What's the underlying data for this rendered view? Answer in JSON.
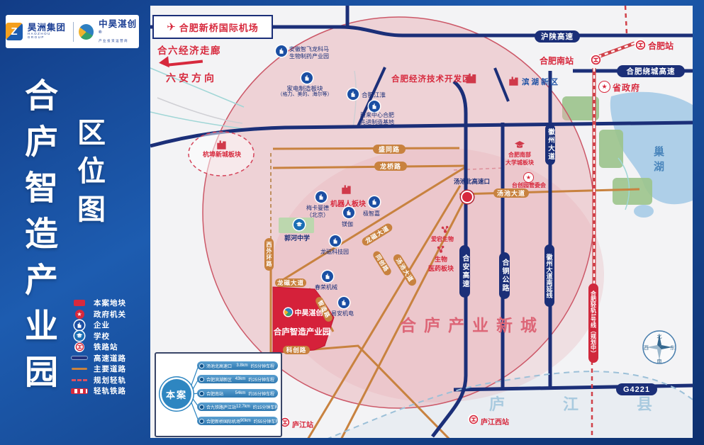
{
  "branding": {
    "group_name": "昊洲集团",
    "group_name_en": "HAOZHOU GROUP",
    "group_logo_letter": "Z",
    "brand_name": "中昊湛创",
    "brand_reg": "®",
    "brand_tagline": "产业投资运营商"
  },
  "sidebar": {
    "title_main": "合庐智造产业园",
    "title_sub": "区位图"
  },
  "legend": {
    "items": [
      {
        "label": "本案地块"
      },
      {
        "label": "政府机关"
      },
      {
        "label": "企业"
      },
      {
        "label": "学校"
      },
      {
        "label": "铁路站"
      },
      {
        "label": "高速道路"
      },
      {
        "label": "主要道路"
      },
      {
        "label": "规划轻轨"
      },
      {
        "label": "轻轨铁路"
      }
    ],
    "star_glyph": "★"
  },
  "map": {
    "airport_label": "合肥新桥国际机场",
    "plane_glyph": "✈",
    "corridor": "合六经济走廊",
    "direction": "六安方向",
    "roads": {
      "hushan": "沪陕高速",
      "raocheng": "合肥绕城高速",
      "g4221": "G4221",
      "shengtong": "盛同路",
      "longqiao": "龙桥路",
      "longci_dadao": "龙磁大道",
      "tangchi_dadao": "汤池大道",
      "tongchuang": "同创路",
      "zhizao": "智造路",
      "kechuang": "科创路",
      "xiwaihuan": "西外环路",
      "hean": "合安高速",
      "hetong": "合铜公路",
      "huizhou": "徽州大道",
      "huizhou_south": "徽州大道南延线",
      "light_rail_1": "合肥轻轨1号线（规划中）"
    },
    "areas": {
      "jingkaiqu": "合肥经济技术开发区",
      "binhu": "滨湖新区",
      "hangbu": "杭埠新城板块",
      "robot": "机器人板块",
      "jiadian_1": "家电制造板块",
      "jiadian_2": "（格力、美的、海尔等）",
      "daxuecheng_1": "合肥南部",
      "daxuecheng_2": "大学城板块",
      "bio_1": "生物",
      "bio_2": "医药板块",
      "helu_city": "合庐产业新城",
      "chaohu": "巢湖",
      "lujiang_county": "庐江县"
    },
    "landmarks": {
      "provincial_gov": "省政府",
      "taichuangyuan": "台创园管委会",
      "tangchi_exit": "汤池北高速口",
      "guohe_school": "郭河中学"
    },
    "stations": {
      "hefei": "合肥站",
      "hefei_south": "合肥南站",
      "lujiang": "庐江站",
      "lujiang_west": "庐江西站"
    },
    "companies": {
      "zhifei_1": "安徽智飞龙科马",
      "zhifei_2": "生物制药产业园",
      "jianghuai": "合肥江淮",
      "weilai_1": "蔚来中心合肥",
      "weilai_2": "先进制造基地",
      "meika_1": "梅卡曼德",
      "meika_2": "（北京）",
      "jizhijia": "极智嘉",
      "meijia": "镁伽",
      "longci_tech": "龙磁科技园",
      "chunrong": "春荣机械",
      "yian": "易安机电",
      "aidang": "爱宕生物"
    },
    "site": {
      "brand": "中昊湛创",
      "name": "合庐智造产业园"
    },
    "compass": {
      "n": "北",
      "e": "东",
      "s": "南",
      "w": "西"
    },
    "panel": {
      "title": "本案",
      "rows": [
        {
          "dest": "汤池北高速口",
          "dist": "3.8km",
          "time": "约5分钟车程"
        },
        {
          "dest": "合肥滨湖新区",
          "dist": "43km",
          "time": "约25分钟车程"
        },
        {
          "dest": "合肥南站",
          "dist": "54km",
          "time": "约35分钟车程"
        },
        {
          "dest": "合九铁路庐江站",
          "dist": "12.7km",
          "time": "约15分钟车程"
        },
        {
          "dest": "合肥新桥国际机场",
          "dist": "90km",
          "time": "约55分钟车程"
        }
      ]
    }
  },
  "colors": {
    "accent_red": "#d7293d",
    "navy_road": "#1b2f78",
    "orange_road": "#c8823f",
    "brand_blue": "#1b4fa3",
    "circle_pink": "#cc5868"
  }
}
